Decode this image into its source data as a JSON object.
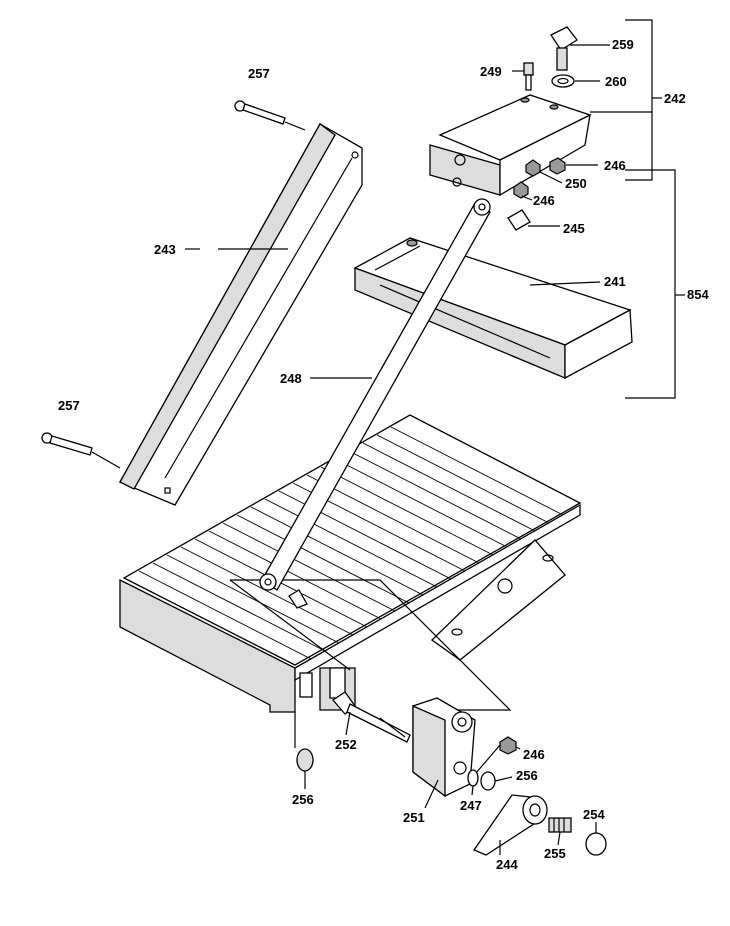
{
  "labels": {
    "p259": "259",
    "p249": "249",
    "p260": "260",
    "p242": "242",
    "p246a": "246",
    "p250": "250",
    "p246b": "246",
    "p245": "245",
    "p241": "241",
    "p854": "854",
    "p257a": "257",
    "p243": "243",
    "p248": "248",
    "p257b": "257",
    "p252": "252",
    "p246c": "246",
    "p256a": "256",
    "p256b": "256",
    "p247": "247",
    "p251": "251",
    "p254": "254",
    "p255": "255",
    "p244": "244"
  }
}
